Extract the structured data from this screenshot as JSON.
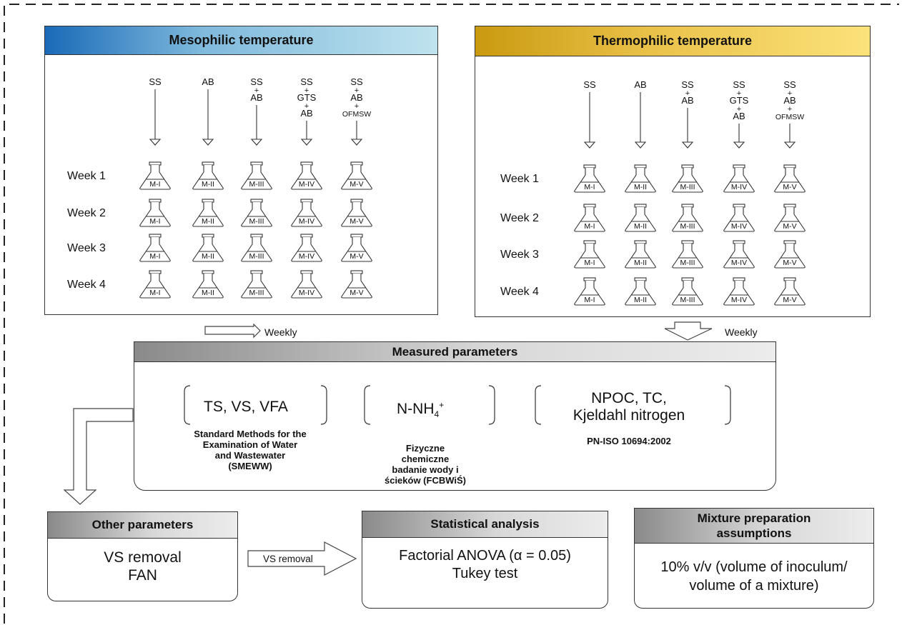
{
  "mesophilic": {
    "title": "Mesophilic temperature",
    "sources": [
      {
        "id": "ss",
        "lines": [
          "SS"
        ]
      },
      {
        "id": "ab",
        "lines": [
          "AB"
        ]
      },
      {
        "id": "ss-ab",
        "lines": [
          "SS",
          "+",
          "AB"
        ]
      },
      {
        "id": "ss-gts-ab",
        "lines": [
          "SS",
          "+",
          "GTS",
          "+",
          "AB"
        ]
      },
      {
        "id": "ss-ab-ofmsw",
        "lines": [
          "SS",
          "+",
          "AB",
          "+",
          "OFMSW"
        ]
      }
    ],
    "weeks": [
      "Week 1",
      "Week 2",
      "Week 3",
      "Week 4"
    ],
    "reactors": [
      "M-I",
      "M-II",
      "M-III",
      "M-IV",
      "M-V"
    ],
    "colors": {
      "header_left": "#1a6ab8",
      "header_right": "#bfe3ee"
    }
  },
  "thermophilic": {
    "title": "Thermophilic temperature",
    "sources": [
      {
        "id": "ss",
        "lines": [
          "SS"
        ]
      },
      {
        "id": "ab",
        "lines": [
          "AB"
        ]
      },
      {
        "id": "ss-ab",
        "lines": [
          "SS",
          "+",
          "AB"
        ]
      },
      {
        "id": "ss-gts-ab",
        "lines": [
          "SS",
          "+",
          "GTS",
          "+",
          "AB"
        ]
      },
      {
        "id": "ss-ab-ofmsw",
        "lines": [
          "SS",
          "+",
          "AB",
          "+",
          "OFMSW"
        ]
      }
    ],
    "weeks": [
      "Week 1",
      "Week 2",
      "Week 3",
      "Week 4"
    ],
    "reactors": [
      "M-I",
      "M-II",
      "M-III",
      "M-IV",
      "M-V"
    ],
    "colors": {
      "header_left": "#c99a10",
      "header_right": "#fbe27a"
    }
  },
  "weekly_label": "Weekly",
  "measured": {
    "title": "Measured parameters",
    "groups": [
      {
        "main": "TS, VS, VFA",
        "method": "Standard Methods for the Examination of Water and Wastewater (SMEWW)",
        "method_lines": [
          "Standard Methods for the",
          "Examination of Water",
          "and Wastewater",
          "(SMEWW)"
        ]
      },
      {
        "main": "N-NH",
        "sub": "4",
        "sup": "+",
        "method_lines": [
          "Fizyczne",
          "chemiczne",
          "badanie wody i",
          "ścieków (FCBWiŚ)"
        ]
      },
      {
        "main_lines": [
          "NPOC, TC,",
          "Kjeldahl nitrogen"
        ],
        "method_lines": [
          "PN-ISO 10694:2002"
        ]
      }
    ]
  },
  "other": {
    "title": "Other parameters",
    "lines": [
      "VS removal",
      "FAN"
    ]
  },
  "arrow_label": "VS removal",
  "statistical": {
    "title": "Statistical analysis",
    "lines": [
      "Factorial ANOVA (α = 0.05)",
      "Tukey test"
    ]
  },
  "mixture": {
    "title_lines": [
      "Mixture preparation",
      "assumptions"
    ],
    "lines": [
      "10% v/v (volume of inoculum/",
      "volume of a mixture)"
    ]
  }
}
